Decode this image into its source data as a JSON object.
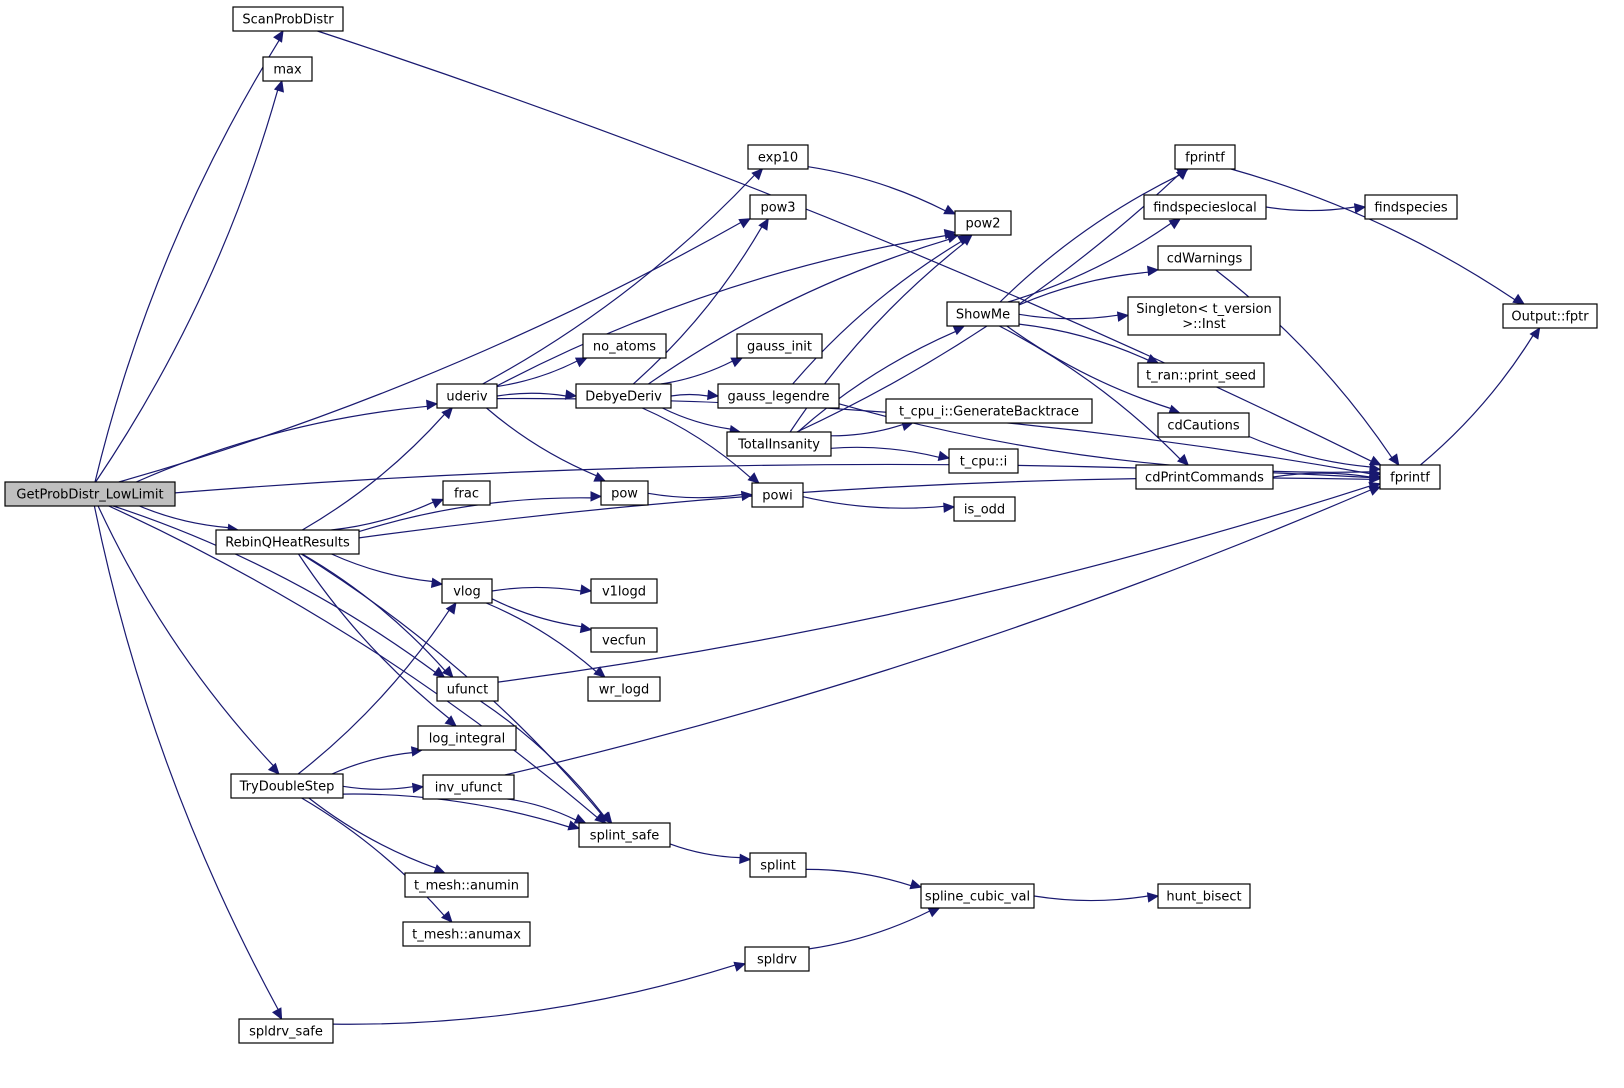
{
  "diagram": {
    "type": "call-graph",
    "root": "GetProbDistr_LowLimit",
    "colors": {
      "edge": "#191970",
      "root_fill": "#bfbfbf",
      "node_fill": "#ffffff",
      "node_border": "#000000"
    },
    "nodes": [
      {
        "id": "GetProbDistr_LowLimit",
        "label": "GetProbDistr_LowLimit",
        "root": true
      },
      {
        "id": "ScanProbDistr",
        "label": "ScanProbDistr"
      },
      {
        "id": "max",
        "label": "max"
      },
      {
        "id": "uderiv",
        "label": "uderiv"
      },
      {
        "id": "RebinQHeatResults",
        "label": "RebinQHeatResults"
      },
      {
        "id": "TryDoubleStep",
        "label": "TryDoubleStep"
      },
      {
        "id": "spldrv_safe",
        "label": "spldrv_safe"
      },
      {
        "id": "exp10",
        "label": "exp10"
      },
      {
        "id": "pow3",
        "label": "pow3"
      },
      {
        "id": "pow2",
        "label": "pow2"
      },
      {
        "id": "no_atoms",
        "label": "no_atoms"
      },
      {
        "id": "DebyeDeriv",
        "label": "DebyeDeriv"
      },
      {
        "id": "frac",
        "label": "frac"
      },
      {
        "id": "pow",
        "label": "pow"
      },
      {
        "id": "vlog",
        "label": "vlog"
      },
      {
        "id": "ufunct",
        "label": "ufunct"
      },
      {
        "id": "log_integral",
        "label": "log_integral"
      },
      {
        "id": "inv_ufunct",
        "label": "inv_ufunct"
      },
      {
        "id": "splint_safe",
        "label": "splint_safe"
      },
      {
        "id": "t_mesh_anumin",
        "label": "t_mesh::anumin"
      },
      {
        "id": "t_mesh_anumax",
        "label": "t_mesh::anumax"
      },
      {
        "id": "gauss_init",
        "label": "gauss_init"
      },
      {
        "id": "gauss_legendre",
        "label": "gauss_legendre"
      },
      {
        "id": "TotalInsanity",
        "label": "TotalInsanity"
      },
      {
        "id": "powi",
        "label": "powi"
      },
      {
        "id": "v1logd",
        "label": "v1logd"
      },
      {
        "id": "vecfun",
        "label": "vecfun"
      },
      {
        "id": "wr_logd",
        "label": "wr_logd"
      },
      {
        "id": "splint",
        "label": "splint"
      },
      {
        "id": "spldrv",
        "label": "spldrv"
      },
      {
        "id": "ShowMe",
        "label": "ShowMe"
      },
      {
        "id": "t_cpu_i_GenerateBacktrace",
        "label": "t_cpu_i::GenerateBacktrace"
      },
      {
        "id": "t_cpu_i",
        "label": "t_cpu::i"
      },
      {
        "id": "is_odd",
        "label": "is_odd"
      },
      {
        "id": "spline_cubic_val",
        "label": "spline_cubic_val"
      },
      {
        "id": "fprintf_top",
        "label": "fprintf"
      },
      {
        "id": "findspecieslocal",
        "label": "findspecieslocal"
      },
      {
        "id": "cdWarnings",
        "label": "cdWarnings"
      },
      {
        "id": "Singleton_t_version_Inst",
        "label": "Singleton< t_version\n>::Inst"
      },
      {
        "id": "t_ran_print_seed",
        "label": "t_ran::print_seed"
      },
      {
        "id": "cdCautions",
        "label": "cdCautions"
      },
      {
        "id": "cdPrintCommands",
        "label": "cdPrintCommands"
      },
      {
        "id": "hunt_bisect",
        "label": "hunt_bisect"
      },
      {
        "id": "findspecies",
        "label": "findspecies"
      },
      {
        "id": "fprintf_main",
        "label": "fprintf"
      },
      {
        "id": "Output_fptr",
        "label": "Output::fptr"
      }
    ],
    "edges": [
      [
        "GetProbDistr_LowLimit",
        "ScanProbDistr"
      ],
      [
        "GetProbDistr_LowLimit",
        "max"
      ],
      [
        "GetProbDistr_LowLimit",
        "fprintf_main"
      ],
      [
        "GetProbDistr_LowLimit",
        "pow3"
      ],
      [
        "GetProbDistr_LowLimit",
        "uderiv"
      ],
      [
        "GetProbDistr_LowLimit",
        "RebinQHeatResults"
      ],
      [
        "GetProbDistr_LowLimit",
        "ufunct"
      ],
      [
        "GetProbDistr_LowLimit",
        "TryDoubleStep"
      ],
      [
        "GetProbDistr_LowLimit",
        "splint_safe"
      ],
      [
        "GetProbDistr_LowLimit",
        "spldrv_safe"
      ],
      [
        "ScanProbDistr",
        "fprintf_main"
      ],
      [
        "uderiv",
        "exp10"
      ],
      [
        "uderiv",
        "pow2"
      ],
      [
        "uderiv",
        "no_atoms"
      ],
      [
        "uderiv",
        "DebyeDeriv"
      ],
      [
        "uderiv",
        "pow"
      ],
      [
        "uderiv",
        "fprintf_main"
      ],
      [
        "RebinQHeatResults",
        "uderiv"
      ],
      [
        "RebinQHeatResults",
        "pow"
      ],
      [
        "RebinQHeatResults",
        "frac"
      ],
      [
        "RebinQHeatResults",
        "fprintf_main"
      ],
      [
        "RebinQHeatResults",
        "vlog"
      ],
      [
        "RebinQHeatResults",
        "ufunct"
      ],
      [
        "RebinQHeatResults",
        "log_integral"
      ],
      [
        "RebinQHeatResults",
        "splint_safe"
      ],
      [
        "TryDoubleStep",
        "vlog"
      ],
      [
        "TryDoubleStep",
        "log_integral"
      ],
      [
        "TryDoubleStep",
        "inv_ufunct"
      ],
      [
        "TryDoubleStep",
        "splint_safe"
      ],
      [
        "TryDoubleStep",
        "t_mesh_anumin"
      ],
      [
        "TryDoubleStep",
        "t_mesh_anumax"
      ],
      [
        "spldrv_safe",
        "spldrv"
      ],
      [
        "exp10",
        "pow2"
      ],
      [
        "DebyeDeriv",
        "pow3"
      ],
      [
        "DebyeDeriv",
        "pow2"
      ],
      [
        "DebyeDeriv",
        "gauss_init"
      ],
      [
        "DebyeDeriv",
        "gauss_legendre"
      ],
      [
        "DebyeDeriv",
        "TotalInsanity"
      ],
      [
        "DebyeDeriv",
        "powi"
      ],
      [
        "pow",
        "powi"
      ],
      [
        "vlog",
        "v1logd"
      ],
      [
        "vlog",
        "vecfun"
      ],
      [
        "vlog",
        "wr_logd"
      ],
      [
        "ufunct",
        "fprintf_main"
      ],
      [
        "ufunct",
        "splint_safe"
      ],
      [
        "inv_ufunct",
        "fprintf_main"
      ],
      [
        "inv_ufunct",
        "splint_safe"
      ],
      [
        "splint_safe",
        "splint"
      ],
      [
        "gauss_legendre",
        "pow2"
      ],
      [
        "gauss_legendre",
        "fprintf_main"
      ],
      [
        "TotalInsanity",
        "pow2"
      ],
      [
        "TotalInsanity",
        "fprintf_top"
      ],
      [
        "TotalInsanity",
        "ShowMe"
      ],
      [
        "TotalInsanity",
        "t_cpu_i_GenerateBacktrace"
      ],
      [
        "TotalInsanity",
        "t_cpu_i"
      ],
      [
        "powi",
        "is_odd"
      ],
      [
        "splint",
        "spline_cubic_val"
      ],
      [
        "spldrv",
        "spline_cubic_val"
      ],
      [
        "ShowMe",
        "fprintf_top"
      ],
      [
        "ShowMe",
        "findspecieslocal"
      ],
      [
        "ShowMe",
        "cdWarnings"
      ],
      [
        "ShowMe",
        "Singleton_t_version_Inst"
      ],
      [
        "ShowMe",
        "t_ran_print_seed"
      ],
      [
        "ShowMe",
        "cdCautions"
      ],
      [
        "ShowMe",
        "cdPrintCommands"
      ],
      [
        "spline_cubic_val",
        "hunt_bisect"
      ],
      [
        "fprintf_top",
        "Output_fptr"
      ],
      [
        "findspecieslocal",
        "findspecies"
      ],
      [
        "cdWarnings",
        "fprintf_main"
      ],
      [
        "cdCautions",
        "fprintf_main"
      ],
      [
        "cdPrintCommands",
        "fprintf_main"
      ],
      [
        "fprintf_main",
        "Output_fptr"
      ]
    ]
  }
}
